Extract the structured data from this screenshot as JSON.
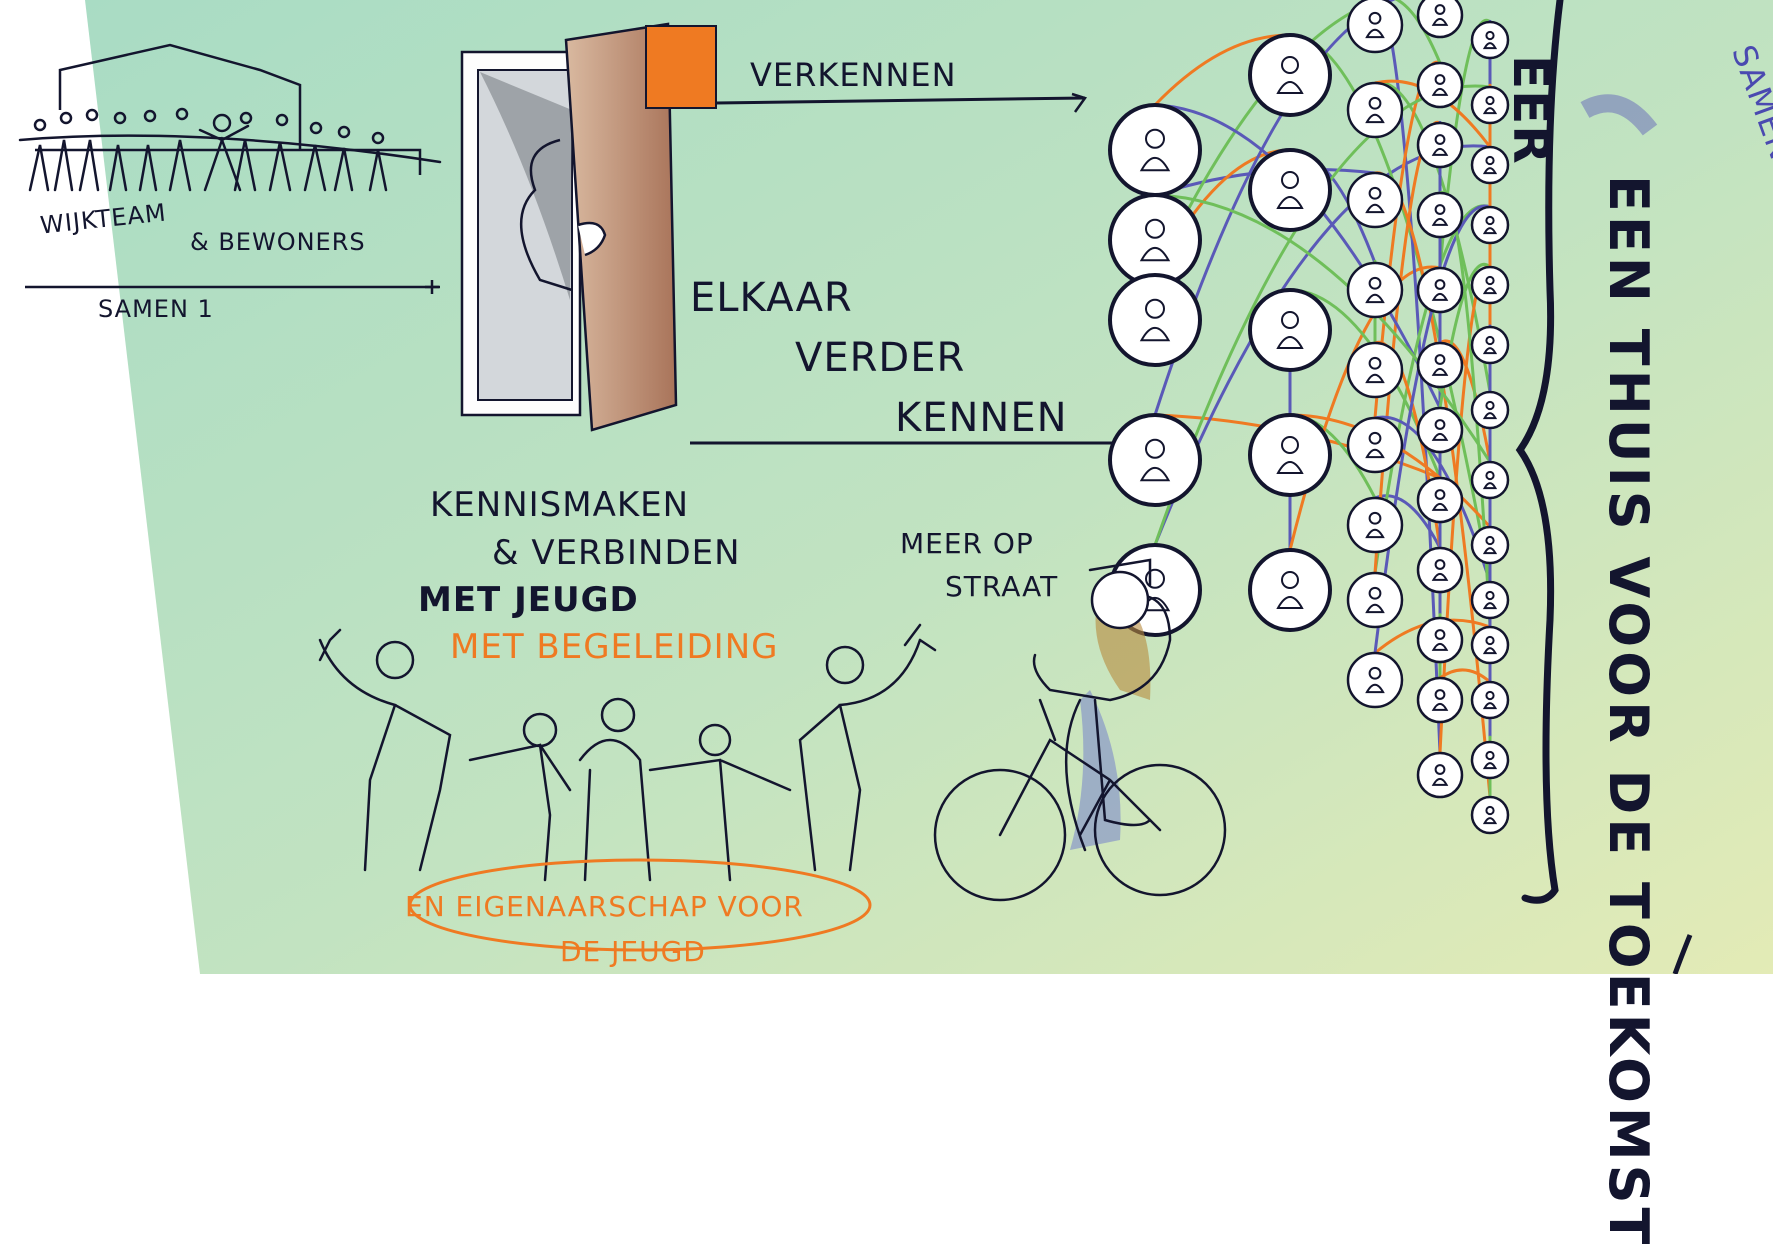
{
  "colors": {
    "background_top": "#a9dcc4",
    "background_bottom": "#dfeab7",
    "ink": "#13152e",
    "orange": "#ef7a22",
    "blue": "#5a59b8",
    "green": "#6fbf5a"
  },
  "labels": {
    "team": "WIJKTEAM",
    "team_and": "& BEWONERS",
    "samen1": "SAMEN 1",
    "verkennen": "VERKENNEN",
    "elkaar": "ELKAAR",
    "verder": "VERDER",
    "kennen": "KENNEN",
    "kennismaken": "KENNISMAKEN",
    "verbinden": "& VERBINDEN",
    "met_jeugd": "MET JEUGD",
    "met_begeleiding": "MET BEGELEIDING",
    "eigenaarschap": "EN EIGENAARSCHAP VOOR",
    "de_jeugd": "DE JEUGD",
    "meer_op": "MEER OP",
    "straat": "STRAAT",
    "vertical_title": "EEN THUIS VOOR DE TOEKOMST",
    "vertical_prefix": "EER",
    "samen": "SAMEN"
  },
  "icons": {
    "houses": "house-outline-icon",
    "people": "people-group-icon",
    "door": "open-door-icon",
    "cyclist": "cyclist-icon",
    "community": "person-circle-network-icon"
  }
}
